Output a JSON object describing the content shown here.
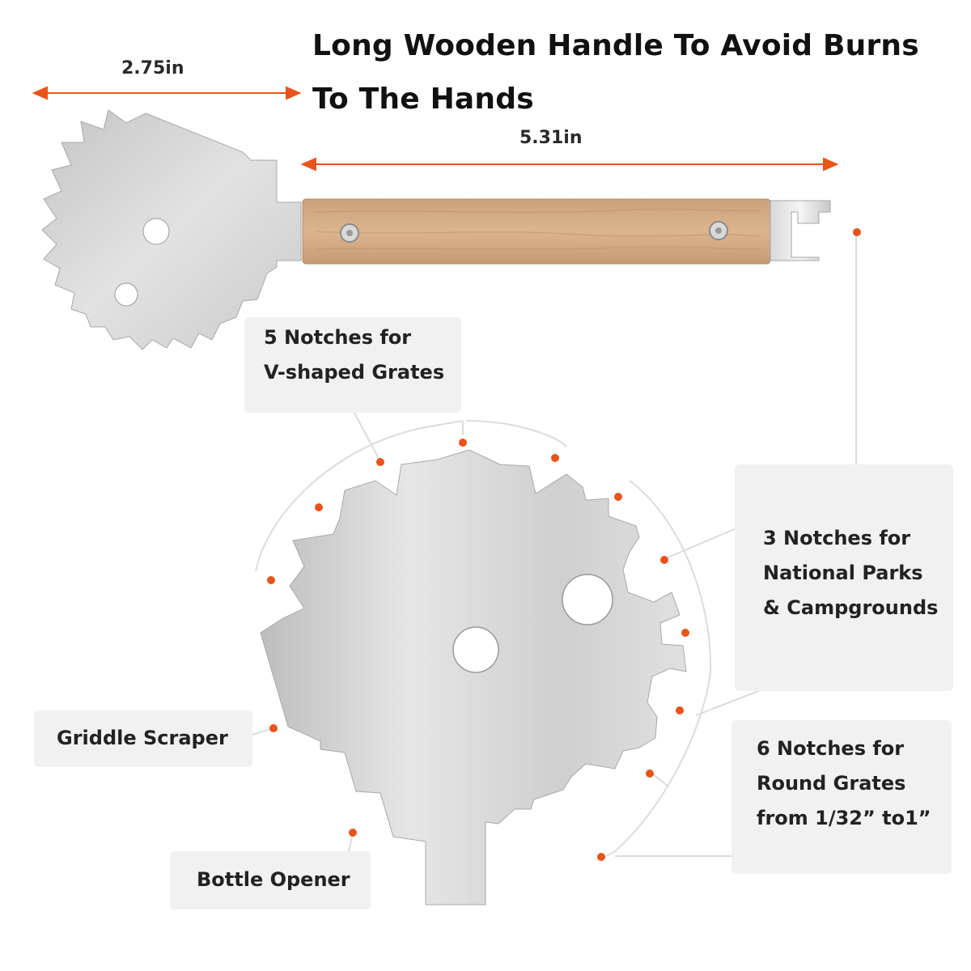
{
  "headline": {
    "line1": "Long Wooden Handle To Avoid Burns",
    "line2": "To The Hands"
  },
  "dimensions": {
    "head_width": "2.75in",
    "handle_length": "5.31in"
  },
  "callouts": {
    "v_notches": {
      "line1": "5 Notches for",
      "line2": "V-shaped Grates"
    },
    "national_parks": {
      "line1": "3 Notches for",
      "line2": "National Parks",
      "line3": "& Campgrounds"
    },
    "griddle": {
      "line1": "Griddle Scraper"
    },
    "round_grates": {
      "line1": "6 Notches for",
      "line2": "Round Grates",
      "line3": "from 1/32”  to1”"
    },
    "bottle_opener": {
      "line1": "Bottle Opener"
    }
  },
  "colors": {
    "accent": "#e8541a",
    "wood": "#d4a882",
    "steel": "#c9c9c9",
    "callout_bg": "#f1f1f1"
  }
}
